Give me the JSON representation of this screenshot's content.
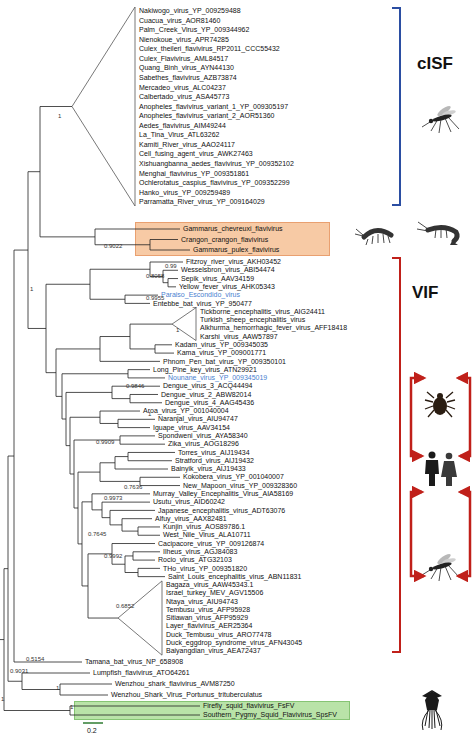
{
  "diagram": {
    "nodes": [
      {
        "text": [
          "Gammarus_chevreuxi_flavivirus",
          "Crangon_crangon_flavivirus",
          "Gammarus_pulex_flavivirus"
        ]
      },
      {
        "text": [
          "Firefly_squid_flavivirus_FsFV",
          "Southern_Pygmy_Squid_Flavivirus_SpsFV"
        ]
      }
    ],
    "labels": [
      "Nakiwogo_virus_YP_009259488",
      "Cuacua_virus_AOR81460",
      "Palm_Creek_Virus_YP_009344962",
      "Nienokoue_virus_APR74285",
      "Culex_theileri_flavivirus_RP2011_CCC55432",
      "Culex_Flavivirus_AML84517",
      "Quang_Binh_virus_AYN44130",
      "Sabethes_flavivirus_AZB73874",
      "Mercadeo_virus_ALC04237",
      "Calbertado_virus_ASA45773",
      "Anopheles_flavivirus_variant_1_YP_009305197",
      "Anopheles_flavivirus_variant_2_AOR51360",
      "Aedes_flavivirus_AIM49244",
      "La_Tina_Virus_ATL63262",
      "Kamiti_River_virus_AAO24117",
      "Cell_fusing_agent_virus_AWK27463",
      "Xishuangbanna_aedes_flavivirus_YP_009352102",
      "Menghai_flavivirus_YP_009351861",
      "Ochlerotatus_caspius_flavivirus_YP_009352299",
      "Hanko_virus_YP_009259489",
      "Parramatta_River_virus_YP_009164029",
      "Fitzroy_river_virus_AKH03452",
      "Wesselsbron_virus_ABI54474",
      "Sepik_virus_AAV34159",
      "Yellow_fever_virus_AHK05343",
      "Paraiso_Escondido_virus",
      "Entebbe_bat_virus_YP_950477",
      "Tickborne_encephalitis_virus_AIG24411",
      "Turkish_sheep_encephalitis_virus",
      "Alkhurma_hemorrhagic_fever_virus_AFF18418",
      "Karshi_virus_AAW57897",
      "Kadam_virus_YP_009345035",
      "Kama_virus_YP_009001771",
      "Phnom_Pen_bat_virus_YP_009350101",
      "Long_Pine_key_virus_ATN29921",
      "Nounane_virus_YP_009345019",
      "Dengue_virus_3_ACQ44494",
      "Dengue_virus_2_ABW82014",
      "Dengue_virus_4_AAG45436",
      "Aroa_virus_YP_001040004",
      "Naranjal_virus_AIU94747",
      "Iguape_virus_AAV34154",
      "Spondweni_virus_AYA58340",
      "Zika_virus_AOG18296",
      "Torres_virus_AIJ19434",
      "Stratford_virus_AIJ19432",
      "Bainyik_virus_AIJ19433",
      "Kokobera_virus_YP_001040007",
      "New_Mapoon_virus_YP_009328360",
      "Murray_Valley_Encephalitis_Virus_AIA58169",
      "Usutu_virus_AID60242",
      "Japanese_encephalitis_virus_ADT63076",
      "Alfuy_virus_AAX82481",
      "Kunjin_virus_AOS89786.1",
      "West_Nile_Virus_ALA10711",
      "Cacipacore_virus_YP_009126874",
      "Ilheus_virus_AGJ84083",
      "Rocio_virus_ATG32103",
      "THo_virus_YP_009351820",
      "Saint_Louis_encephalitis_virus_ABN11831",
      "Bagaza_virus_AAW45343.1",
      "Israel_turkey_MEV_AGV15506",
      "Ntaya_virus_AIU94743",
      "Tembusu_virus_AFP95928",
      "Sitiawan_virus_AFP95929",
      "Layer_flavivirus_AER25364",
      "Duck_Tembusu_virus_ARO77478",
      "Duck_eggdrop_syndrome_virus_AFN43045",
      "Baiyangdian_virus_AEA72437",
      "Tamana_bat_virus_NP_658908",
      "Lumpfish_flavivirus_ATO64261",
      "Wenzhou_shark_flavivirus_AVM87250",
      "Wenzhou_Shark_Virus_Portunus_trituberculatus",
      "1",
      "1",
      "0.9022",
      "0.99",
      "0.8058",
      "0.9955",
      "1",
      "0.9846",
      "1",
      "0.9909",
      "0.7636",
      "0.9973",
      "0.7645",
      "0.9992",
      "0.6852",
      "0.5154",
      "0.9031",
      "1",
      "1",
      "1",
      "cISF",
      "VIF",
      "0.2"
    ]
  }
}
